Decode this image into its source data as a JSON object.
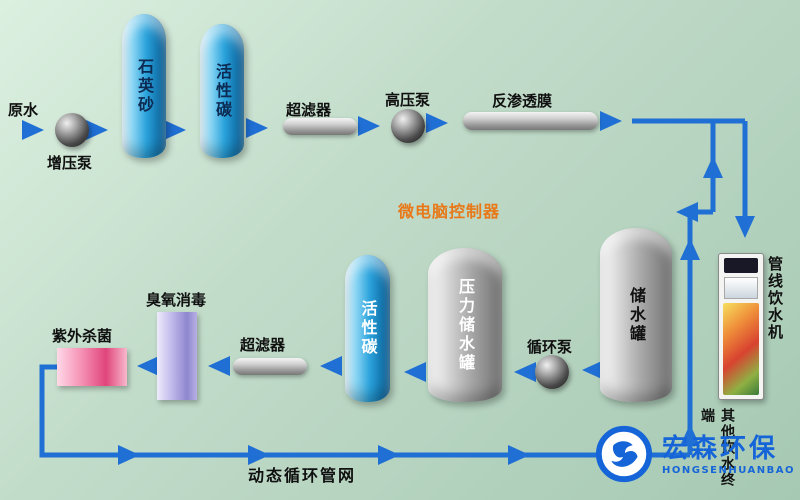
{
  "labels": {
    "raw_water": "原水",
    "booster_pump": "增压泵",
    "quartz_sand": "石英砂",
    "activated_carbon_top": "活性碳",
    "ultrafilter_top": "超滤器",
    "high_pressure_pump": "高压泵",
    "ro_membrane": "反渗透膜",
    "controller": "微电脑控制器",
    "storage_tank": "储水罐",
    "circulation_pump": "循环泵",
    "pressure_tank": "压力储水罐",
    "activated_carbon_bottom": "活性碳",
    "ultrafilter_bottom": "超滤器",
    "ozone": "臭氧消毒",
    "uv": "紫外杀菌",
    "pipe_network": "动态循环管网",
    "pipeline_dispenser": "管线饮水机",
    "other_terminal": "其他饮水终端"
  },
  "logo": {
    "name": "宏森环保",
    "subtitle": "HONGSENHUANBAO"
  },
  "colors": {
    "arrow_blue": "#1f6fd4",
    "tank_blue": "#1b8ec9",
    "tank_gray": "#9a9a9a",
    "uv_pink": "#e0457b",
    "ozone_purple": "#8f87cf",
    "controller_orange": "#e87818",
    "logo_blue": "#1565d8",
    "background_green": "#b7d6c2"
  }
}
